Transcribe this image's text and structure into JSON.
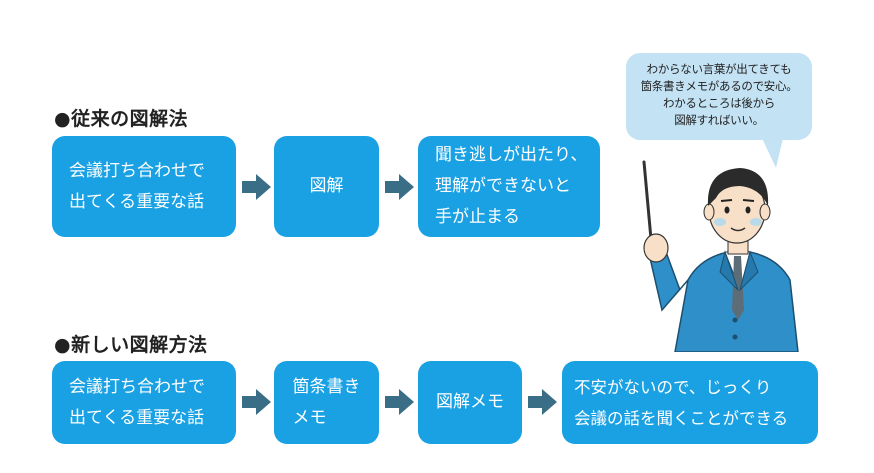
{
  "sections": {
    "old": {
      "heading": "●従来の図解法",
      "steps": [
        "会議打ち合わせで\n出てくる重要な話",
        "図解",
        "聞き逃しが出たり、\n理解ができないと\n手が止まる"
      ]
    },
    "new": {
      "heading": "●新しい図解方法",
      "steps": [
        "会議打ち合わせで\n出てくる重要な話",
        "箇条書き\nメモ",
        "図解メモ",
        "不安がないので、じっくり\n会議の話を聞くことができる"
      ]
    }
  },
  "speech_bubble": {
    "text": "わからない言葉が出てきても\n箇条書きメモがあるので安心。\nわかるところは後から\n図解すればいい。"
  },
  "colors": {
    "box": "#1aa1e3",
    "arrow": "#3a6e86",
    "bubble": "#c3e3f5",
    "suit": "#2f8fc9"
  }
}
